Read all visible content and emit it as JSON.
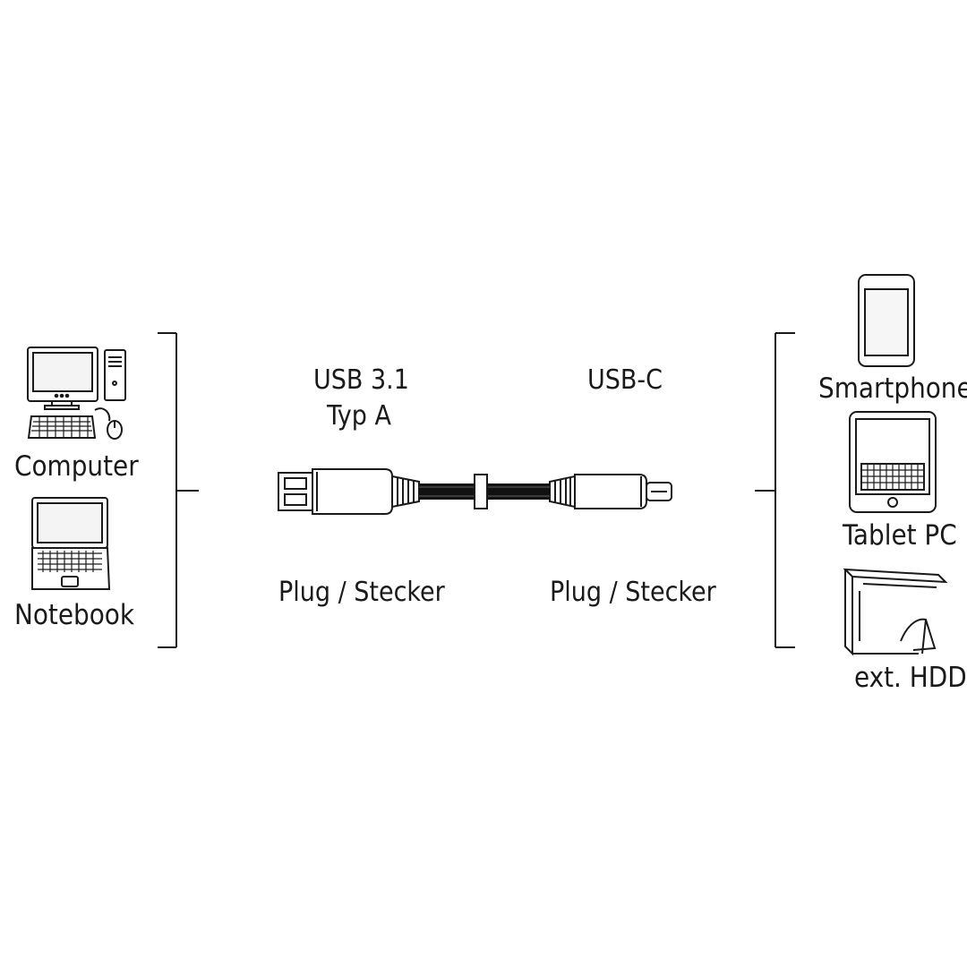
{
  "left_devices": {
    "computer_label": "Computer",
    "notebook_label": "Notebook"
  },
  "right_devices": {
    "smartphone_label": "Smartphone",
    "tablet_label": "Tablet PC",
    "hdd_label": "ext. HDD"
  },
  "cable": {
    "left_connector": {
      "name_line1": "USB 3.1",
      "name_line2": "Typ A",
      "kind": "Plug / Stecker"
    },
    "right_connector": {
      "name": "USB-C",
      "kind": "Plug / Stecker"
    }
  },
  "icons": [
    "desktop-computer-icon",
    "notebook-icon",
    "smartphone-icon",
    "tablet-icon",
    "external-hdd-icon",
    "usb-a-plug-icon",
    "usb-c-plug-icon"
  ],
  "colors": {
    "line": "#1a1a1a",
    "background": "#ffffff",
    "cable": "#111111"
  }
}
